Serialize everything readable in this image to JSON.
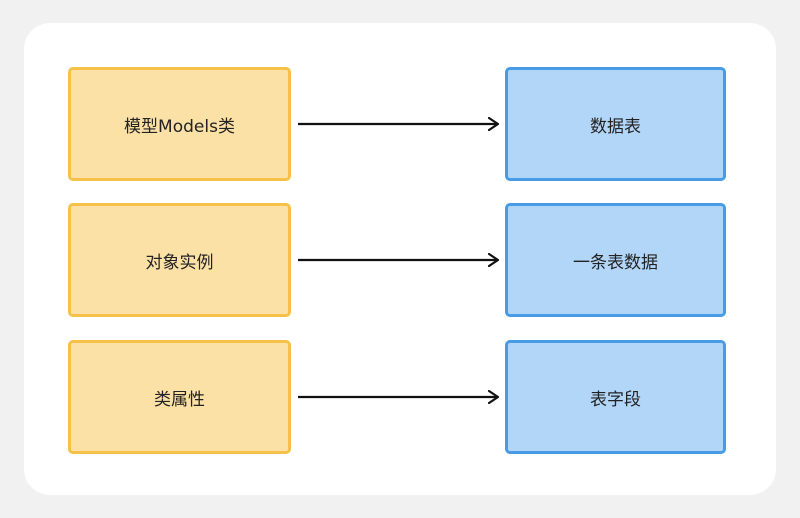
{
  "colors": {
    "source_fill": "#fce1a7",
    "source_border": "#f6c148",
    "target_fill": "#b2d6f8",
    "target_border": "#4a9be6",
    "arrow": "#111111"
  },
  "mappings": [
    {
      "source": "模型Models类",
      "target": "数据表"
    },
    {
      "source": "对象实例",
      "target": "一条表数据"
    },
    {
      "source": "类属性",
      "target": "表字段"
    }
  ]
}
